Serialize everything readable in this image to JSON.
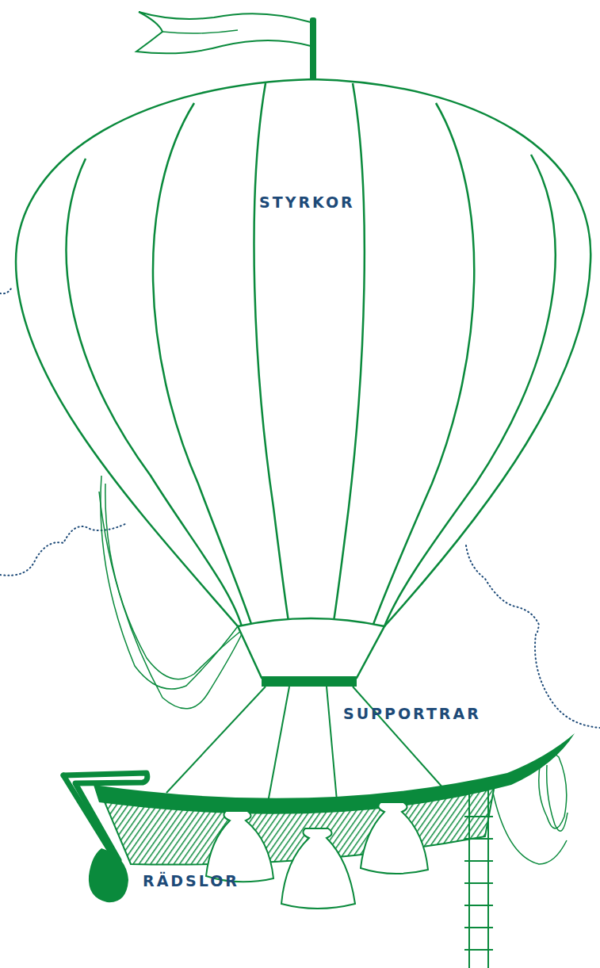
{
  "diagram": {
    "labels": [
      "STYRKOR",
      "SUPPORTRAR",
      "RÄDSLOR"
    ]
  }
}
